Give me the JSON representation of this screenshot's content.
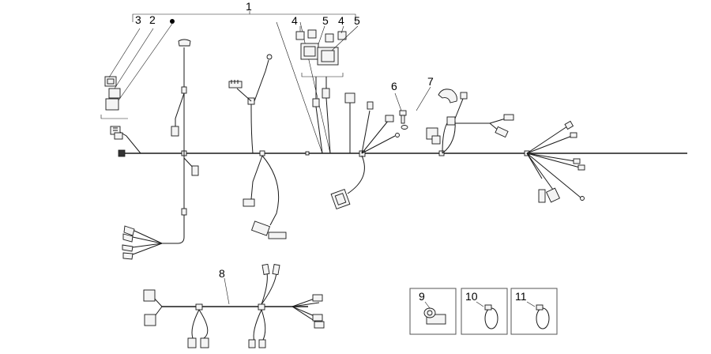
{
  "callouts": {
    "c1": "1",
    "c2": "2",
    "c3": "3",
    "c4a": "4",
    "c5a": "5",
    "c4b": "4",
    "c5b": "5",
    "c6": "6",
    "c7": "7",
    "c8": "8",
    "c9": "9",
    "c10": "10",
    "c11": "11"
  },
  "colors": {
    "line": "#1a1a1a",
    "part_fill": "#f4f4f4",
    "box_border": "#555555"
  }
}
